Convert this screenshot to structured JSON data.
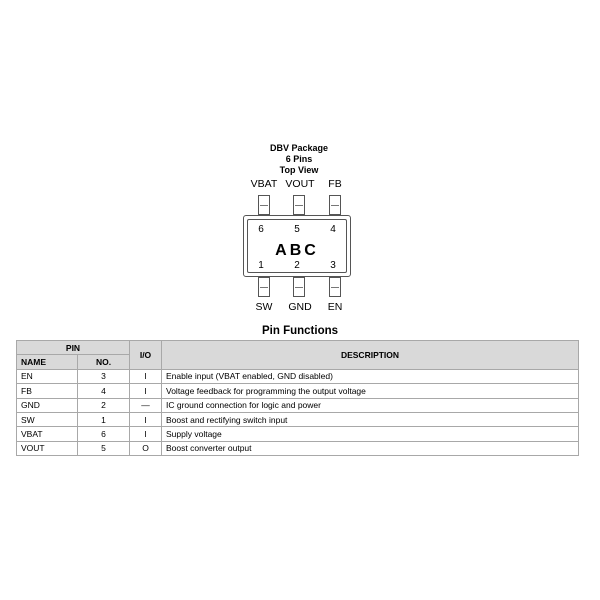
{
  "package": {
    "caption_line1": "DBV Package",
    "caption_line2": "6 Pins",
    "caption_line3": "Top View",
    "marking": "ABC",
    "top_pins": [
      {
        "name": "VBAT",
        "number": "6"
      },
      {
        "name": "VOUT",
        "number": "5"
      },
      {
        "name": "FB",
        "number": "4"
      }
    ],
    "bottom_pins": [
      {
        "name": "SW",
        "number": "1"
      },
      {
        "name": "GND",
        "number": "2"
      },
      {
        "name": "EN",
        "number": "3"
      }
    ]
  },
  "table": {
    "title": "Pin Functions",
    "header_pin": "PIN",
    "header_name": "NAME",
    "header_no": "NO.",
    "header_io": "I/O",
    "header_description": "DESCRIPTION",
    "rows": [
      {
        "name": "EN",
        "no": "3",
        "io": "I",
        "description": "Enable input (VBAT enabled, GND disabled)"
      },
      {
        "name": "FB",
        "no": "4",
        "io": "I",
        "description": "Voltage feedback for programming the output voltage"
      },
      {
        "name": "GND",
        "no": "2",
        "io": "—",
        "description": "IC ground connection for logic and power"
      },
      {
        "name": "SW",
        "no": "1",
        "io": "I",
        "description": "Boost and rectifying switch input"
      },
      {
        "name": "VBAT",
        "no": "6",
        "io": "I",
        "description": "Supply voltage"
      },
      {
        "name": "VOUT",
        "no": "5",
        "io": "O",
        "description": "Boost converter output"
      }
    ]
  }
}
